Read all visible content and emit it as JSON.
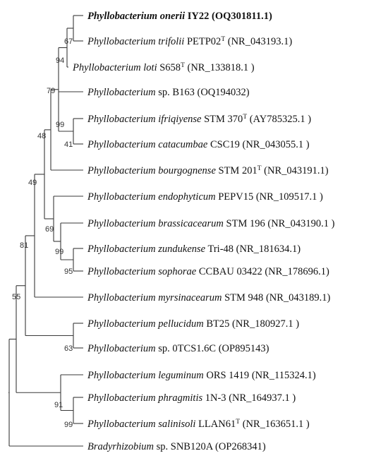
{
  "tree": {
    "taxa": [
      {
        "genus": "Phyllobacterium",
        "species": "onerii",
        "strain": "IY22",
        "sup": "",
        "accession": "(OQ301811.1)",
        "bold": true
      },
      {
        "genus": "Phyllobacterium",
        "species": "trifolii",
        "strain": "PETP02",
        "sup": "T",
        "accession": "(NR_043193.1)",
        "bold": false
      },
      {
        "genus": "Phyllobacterium",
        "species": "loti",
        "strain": "S658",
        "sup": "T",
        "accession": "(NR_133818.1 )",
        "bold": false
      },
      {
        "genus": "Phyllobacterium",
        "species": "",
        "strain": "sp.  B163",
        "sup": "",
        "accession": "(OQ194032)",
        "bold": false
      },
      {
        "genus": "Phyllobacterium",
        "species": "ifriqiyense",
        "strain": "STM 370",
        "sup": "T",
        "accession": "(AY785325.1 )",
        "bold": false
      },
      {
        "genus": "Phyllobacterium",
        "species": "catacumbae",
        "strain": "CSC19",
        "sup": "",
        "accession": "(NR_043055.1 )",
        "bold": false
      },
      {
        "genus": "Phyllobacterium",
        "species": "bourgognense",
        "strain": "STM 201",
        "sup": "T",
        "accession": "(NR_043191.1)",
        "bold": false
      },
      {
        "genus": "Phyllobacterium",
        "species": "endophyticum",
        "strain": "PEPV15",
        "sup": "",
        "accession": "(NR_109517.1 )",
        "bold": false
      },
      {
        "genus": "Phyllobacterium",
        "species": "brassicacearum",
        "strain": "STM 196",
        "sup": "",
        "accession": "(NR_043190.1 )",
        "bold": false
      },
      {
        "genus": "Phyllobacterium",
        "species": "zundukense",
        "strain": "Tri-48",
        "sup": "",
        "accession": "(NR_181634.1)",
        "bold": false
      },
      {
        "genus": "Phyllobacterium",
        "species": "sophorae",
        "strain": "CCBAU 03422",
        "sup": "",
        "accession": "(NR_178696.1)",
        "bold": false
      },
      {
        "genus": "Phyllobacterium",
        "species": "myrsinacearum",
        "strain": "STM 948",
        "sup": "",
        "accession": "(NR_043189.1)",
        "bold": false
      },
      {
        "genus": "Phyllobacterium",
        "species": "pellucidum",
        "strain": "BT25",
        "sup": "",
        "accession": "(NR_180927.1 )",
        "bold": false
      },
      {
        "genus": "Phyllobacterium",
        "species": "",
        "strain": "sp. 0TCS1.6C",
        "sup": "",
        "accession": "(OP895143)",
        "bold": false
      },
      {
        "genus": "Phyllobacterium",
        "species": "leguminum",
        "strain": "ORS 1419",
        "sup": "",
        "accession": "(NR_115324.1)",
        "bold": false
      },
      {
        "genus": "Phyllobacterium",
        "species": "phragmitis",
        "strain": "1N-3",
        "sup": "",
        "accession": "(NR_164937.1 )",
        "bold": false
      },
      {
        "genus": "Phyllobacterium",
        "species": "salinisoli",
        "strain": "LLAN61",
        "sup": "T",
        "accession": "(NR_163651.1 )",
        "bold": false
      },
      {
        "genus": "Bradyrhizobium",
        "species": "",
        "strain": "sp. SNB120A",
        "sup": "",
        "accession": "(OP268341)",
        "bold": false
      }
    ],
    "bootstrap": [
      "67",
      "94",
      "79",
      "99",
      "41",
      "48",
      "49",
      "69",
      "99",
      "95",
      "81",
      "55",
      "63",
      "91",
      "99"
    ]
  }
}
